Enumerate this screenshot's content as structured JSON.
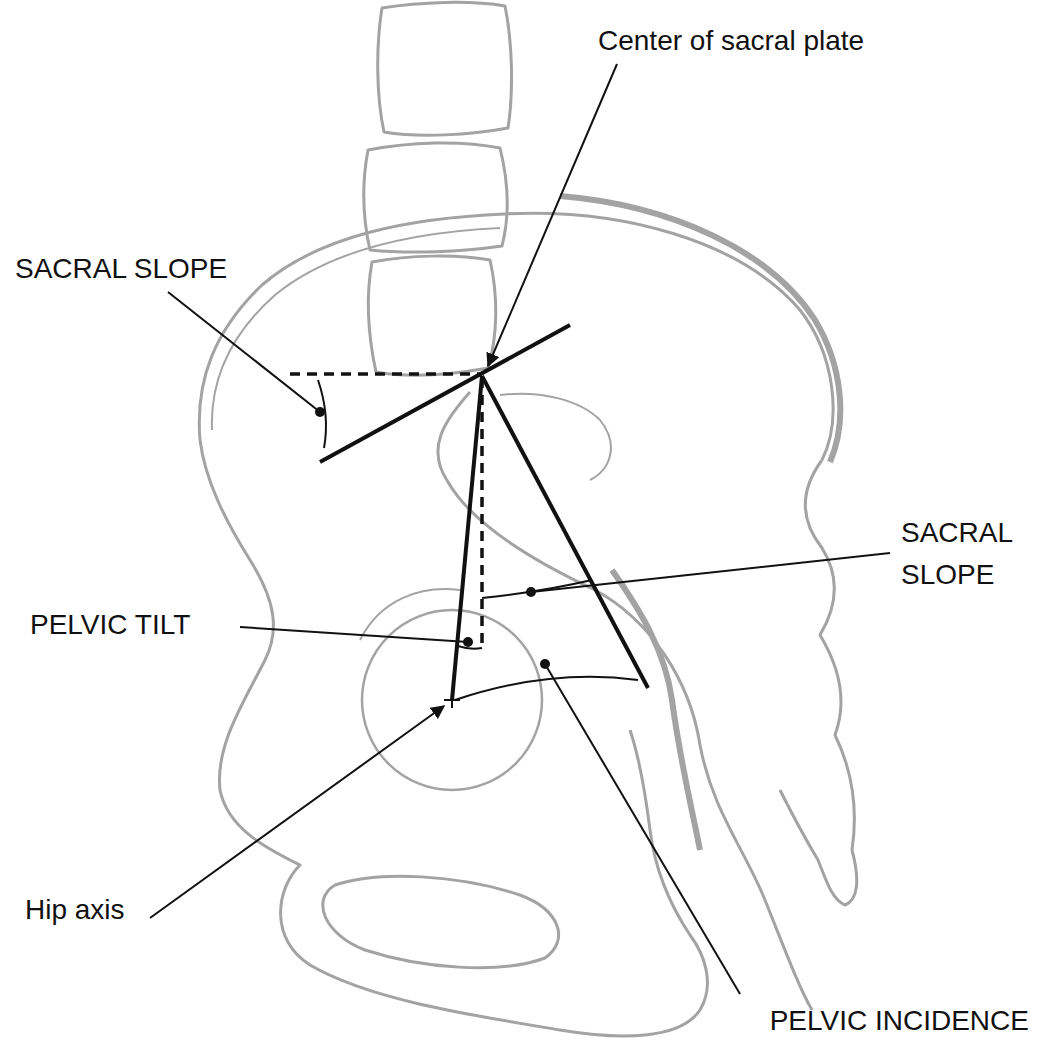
{
  "diagram": {
    "labels": [
      "Center of sacral plate",
      "SACRAL SLOPE",
      "SACRAL SLOPE",
      "PELVIC TILT",
      "Hip axis",
      "PELVIC INCIDENCE"
    ]
  }
}
